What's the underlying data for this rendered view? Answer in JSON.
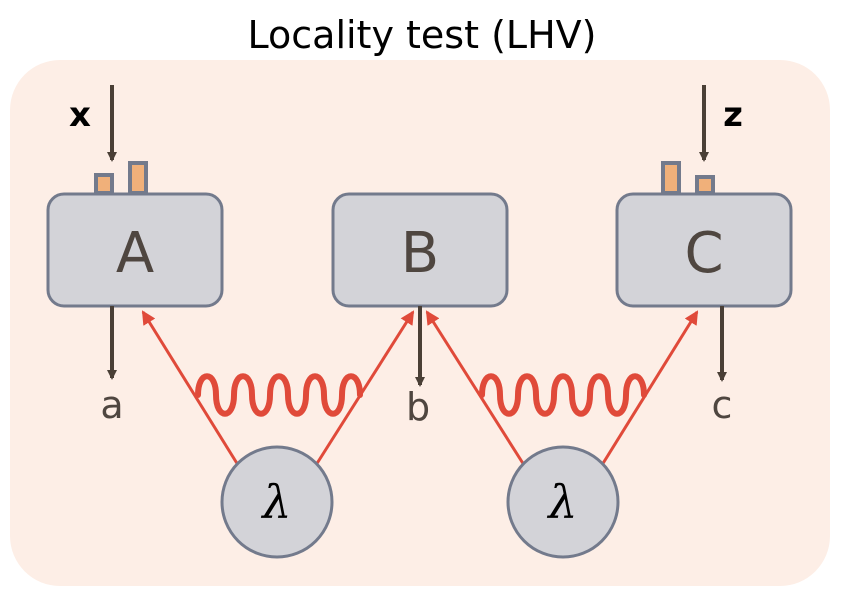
{
  "title": "Locality test (LHV)",
  "colors": {
    "panel": "#fdeee6",
    "box_fill": "#d3d3d8",
    "box_stroke": "#737a8c",
    "arrow": "#4a3f36",
    "red": "#e04a3a",
    "knob": "#f0b07a",
    "text": "#4f4640"
  },
  "nodes": {
    "A": {
      "label": "A"
    },
    "B": {
      "label": "B"
    },
    "C": {
      "label": "C"
    }
  },
  "inputs": {
    "x": "x",
    "z": "z"
  },
  "outputs": {
    "a": "a",
    "b": "b",
    "c": "c"
  },
  "sources": [
    {
      "label": "λ"
    },
    {
      "label": "λ"
    }
  ]
}
